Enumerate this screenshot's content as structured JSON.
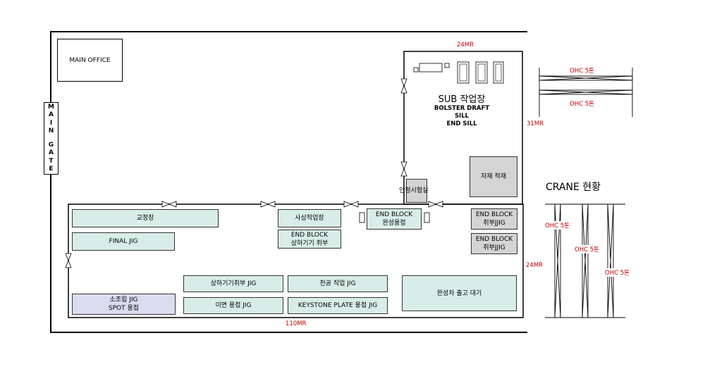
{
  "labels": {
    "main_office": "MAIN  OFFICE",
    "main_gate": [
      "M",
      "A",
      "I",
      "N",
      "",
      "G",
      "A",
      "T",
      "E"
    ],
    "sub_title": "SUB 작업장",
    "sub_line1": "BOLSTER  DRAFT",
    "sub_line2": "SILL",
    "sub_line3": "END SILL",
    "material": "자재 적재",
    "safety_test": "안정시험실",
    "straightening": "교정장",
    "final_jig": "FINAL JIG",
    "sasang": "사상작업장",
    "end_block_a1": "END BLOCK",
    "end_block_a2": "상하기기  취부",
    "end_block_b1": "END BLOCK",
    "end_block_b2": "완성용접",
    "end_block_c1": "END BLOCK",
    "end_block_c2": "취부JJIG",
    "end_block_d1": "END BLOCK",
    "end_block_d2": "취부JJIG",
    "subassy1": "소조립 JIG",
    "subassy2": "SPOT 용접",
    "upper_lower_jig": "상하기기취부  JIG",
    "back_weld_jig": "이면 용접 JIG",
    "ceiling_work": "천공 작업 JIG",
    "keystone": "KEYSTONE PLATE 용접 JIG",
    "completed": "완성차 출고  대기"
  },
  "dimensions": {
    "sub_width": "24MR",
    "sub_height": "31MR",
    "main_height": "24MR",
    "main_width": "110MR"
  },
  "ohc_top": [
    "OHC  5톤",
    "OHC  5톤"
  ],
  "crane": {
    "title": "CRANE 현황",
    "labels": [
      "OHC  5톤",
      "OHC  5톤",
      "OHC  5톤"
    ]
  },
  "colors": {
    "mint": "#d9ede8",
    "grey": "#d4d4d4",
    "lavender": "#dcdcf0",
    "dim_red": "#c00000"
  }
}
